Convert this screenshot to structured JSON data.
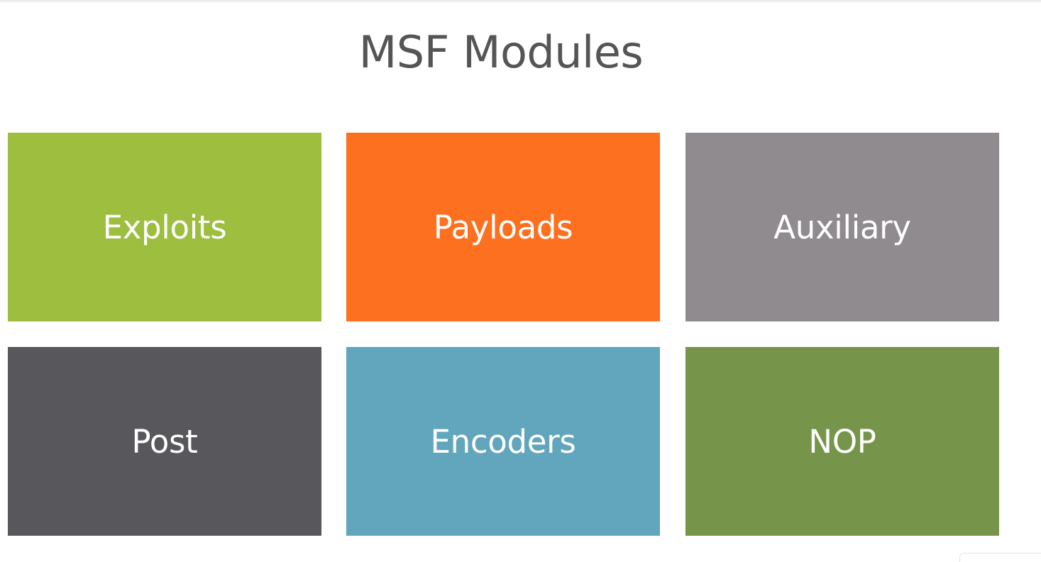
{
  "slide": {
    "title": "MSF Modules"
  },
  "modules": [
    {
      "label": "Exploits",
      "color": "#9dbe3f"
    },
    {
      "label": "Payloads",
      "color": "#fd701f"
    },
    {
      "label": "Auxiliary",
      "color": "#908b8f"
    },
    {
      "label": "Post",
      "color": "#58575c"
    },
    {
      "label": "Encoders",
      "color": "#61a6bd"
    },
    {
      "label": "NOP",
      "color": "#76954a"
    }
  ]
}
